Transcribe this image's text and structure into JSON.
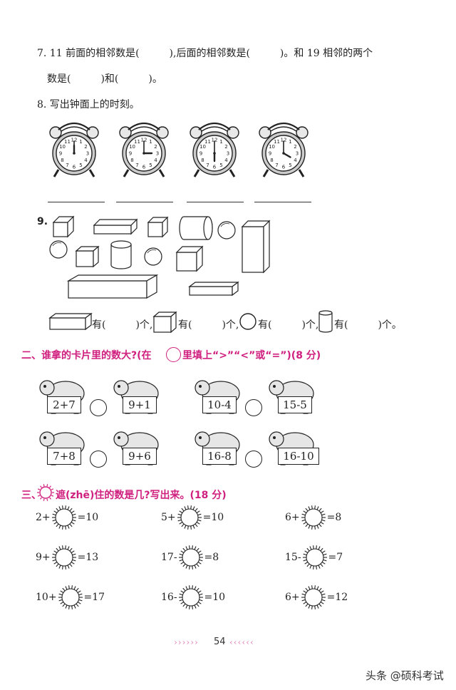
{
  "q7": {
    "line1": "7. 11 前面的相邻数是(　　　),后面的相邻数是(　　　)。和 19 相邻的两个",
    "line2": "数是(　　　)和(　　　)。"
  },
  "q8": {
    "title": "8. 写出钟面上的时刻。",
    "clocks": [
      {
        "hour": 12,
        "minute": 0,
        "icon": "alarm-clock-icon"
      },
      {
        "hour": 3,
        "minute": 0,
        "icon": "alarm-clock-icon"
      },
      {
        "hour": 6,
        "minute": 0,
        "icon": "alarm-clock-icon"
      },
      {
        "hour": 4,
        "minute": 0,
        "icon": "alarm-clock-icon"
      }
    ]
  },
  "q9": {
    "number": "9.",
    "answer_line": {
      "t1": "有(　　　)个,",
      "t2": "有(　　　)个,",
      "t3": "有(　　　)个,",
      "t4": "有(　　　)个。"
    }
  },
  "section2": {
    "title_a": "二、谁拿的卡片里的数大?(在",
    "title_b": "里填上“>”“<”或“=”)(8 分)",
    "rows": [
      [
        {
          "left_card": "2+7",
          "left_animal": "elephant-icon",
          "right_card": "9+1",
          "right_animal": "ram-icon"
        },
        {
          "left_card": "10-4",
          "left_animal": "dog-icon",
          "right_card": "15-5",
          "right_animal": "elephant-icon"
        }
      ],
      [
        {
          "left_card": "7+8",
          "left_animal": "buffalo-icon",
          "right_card": "9+6",
          "right_animal": "walrus-icon"
        },
        {
          "left_card": "16-8",
          "left_animal": "panda-icon",
          "right_card": "16-10",
          "right_animal": "horse-icon"
        }
      ]
    ]
  },
  "section3": {
    "title_a": "三、",
    "title_b": "遮(zhē)住的数是几?写出来。(18 分)",
    "equations": [
      {
        "a": "2+",
        "b": "=10"
      },
      {
        "a": "5+",
        "b": "=10"
      },
      {
        "a": "6+",
        "b": "=8"
      },
      {
        "a": "9+",
        "b": "=13"
      },
      {
        "a": "17-",
        "b": "=8"
      },
      {
        "a": "15-",
        "b": "=7"
      },
      {
        "a": "10+",
        "b": "=17"
      },
      {
        "a": "16-",
        "b": "=10"
      },
      {
        "a": "6+",
        "b": "=12"
      }
    ]
  },
  "footer": {
    "left_arrows": "››››››",
    "page": "54",
    "right_arrows": "‹‹‹‹‹‹"
  },
  "watermark": "头条 @硕科考试",
  "colors": {
    "accent": "#d0207f",
    "ink": "#222222"
  }
}
